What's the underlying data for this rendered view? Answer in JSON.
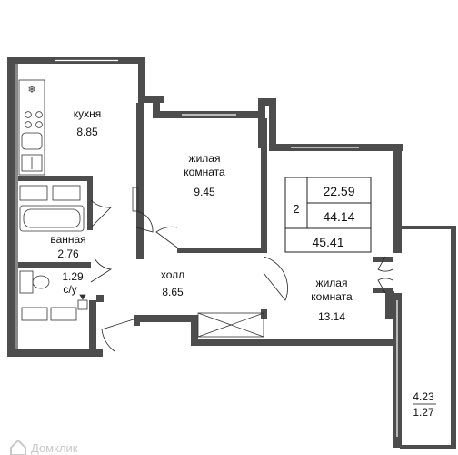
{
  "rooms": {
    "kitchen": {
      "name": "кухня",
      "area": "8.85"
    },
    "living_room_1": {
      "name_line1": "жилая",
      "name_line2": "комната",
      "area": "9.45"
    },
    "living_room_2": {
      "name_line1": "жилая",
      "name_line2": "комната",
      "area": "13.14"
    },
    "bathroom": {
      "name": "ванная",
      "area": "2.76"
    },
    "toilet": {
      "name": "с/у",
      "area": "1.29"
    },
    "hall": {
      "name": "холл",
      "area": "8.65"
    },
    "balcony": {
      "area_full": "4.23",
      "area_reduced": "1.27"
    }
  },
  "summary": {
    "room_count": "2",
    "living_area": "22.59",
    "total_area": "44.14",
    "total_with_balcony": "45.41"
  },
  "watermark": "Домклик",
  "colors": {
    "wall": "#4d4d4d",
    "wall_light": "#8a8a8a",
    "line": "#222222",
    "watermark": "#c9c9c9"
  }
}
